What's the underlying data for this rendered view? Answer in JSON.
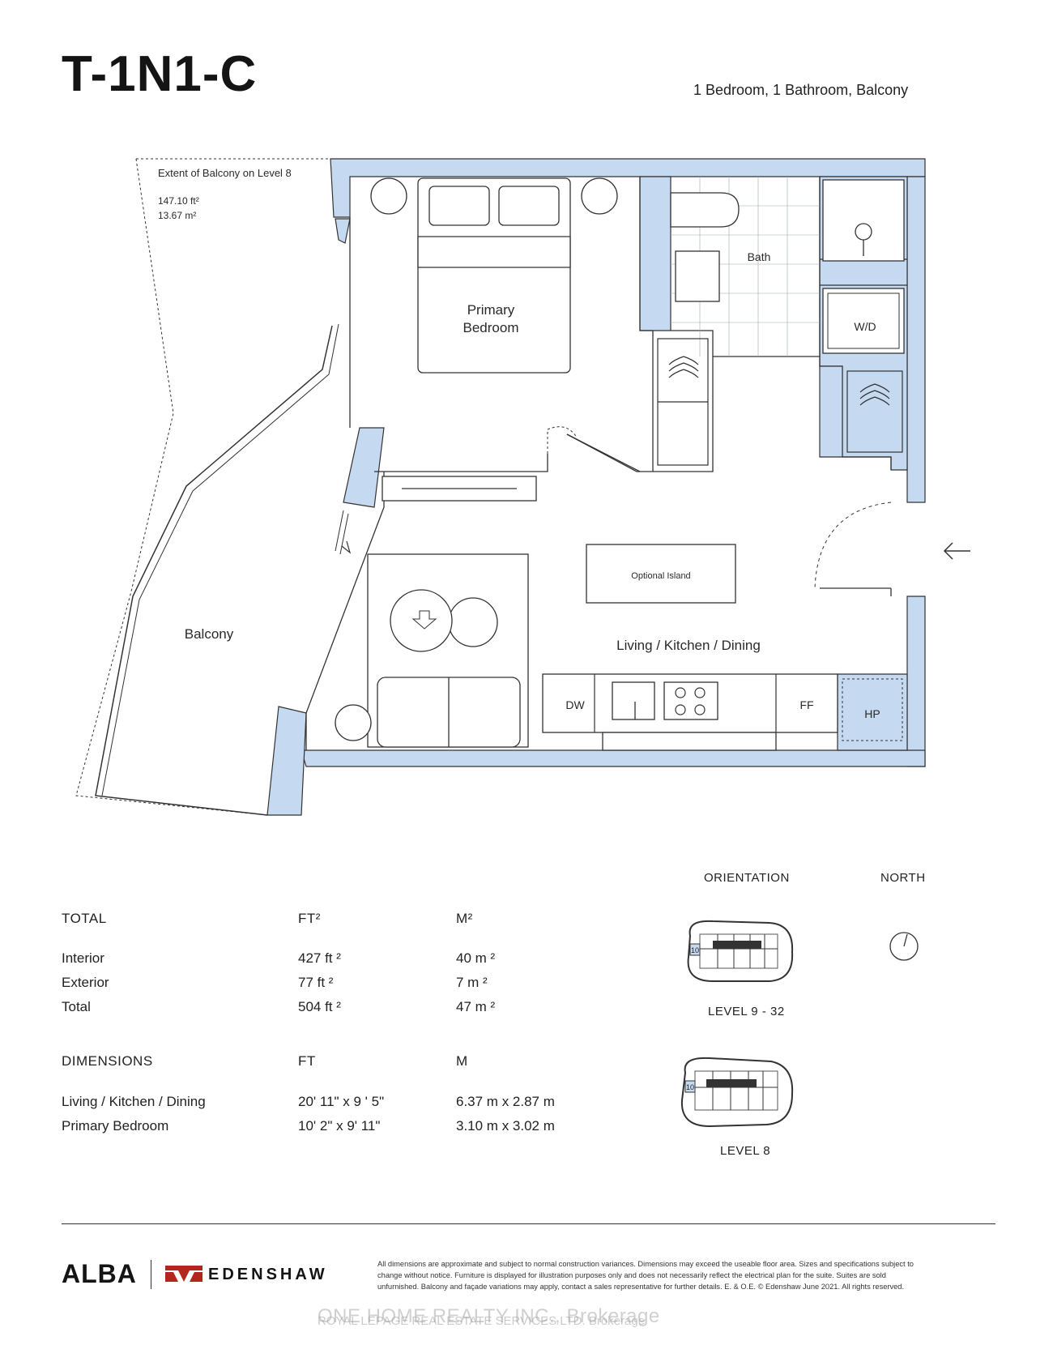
{
  "header": {
    "unit_code": "T-1N1-C",
    "description": "1 Bedroom, 1 Bathroom, Balcony"
  },
  "plan": {
    "balcony_extent_title": "Extent of Balcony on Level 8",
    "balcony_extent_ft": "147.10 ft²",
    "balcony_extent_m": "13.67 m²",
    "rooms": {
      "primary_bedroom_line1": "Primary",
      "primary_bedroom_line2": "Bedroom",
      "bath": "Bath",
      "wd": "W/D",
      "balcony": "Balcony",
      "living": "Living / Kitchen / Dining",
      "island": "Optional Island",
      "dw": "DW",
      "ff": "FF",
      "hp": "HP"
    },
    "colors": {
      "wall": "#c5d9f1",
      "line": "#333333"
    }
  },
  "areas": {
    "heading": "TOTAL",
    "col_ft": "FT²",
    "col_m": "M²",
    "rows": [
      {
        "label": "Interior",
        "ft": "427 ft ²",
        "m": "40 m ²"
      },
      {
        "label": "Exterior",
        "ft": "77 ft ²",
        "m": "7 m ²"
      },
      {
        "label": "Total",
        "ft": "504 ft ²",
        "m": "47 m ²"
      }
    ]
  },
  "dimensions": {
    "heading": "DIMENSIONS",
    "col_ft": "FT",
    "col_m": "M",
    "rows": [
      {
        "label": "Living / Kitchen / Dining",
        "ft": "20' 11\" x 9 ' 5\"",
        "m": "6.37 m x 2.87 m"
      },
      {
        "label": "Primary Bedroom",
        "ft": "10' 2\" x 9' 11\"",
        "m": "3.10 m x 3.02 m"
      }
    ]
  },
  "orientation": {
    "heading": "ORIENTATION",
    "north": "NORTH",
    "level_a": "LEVEL 9 - 32",
    "level_b": "LEVEL 8",
    "marker": "10"
  },
  "footer": {
    "brand_alba": "ALBA",
    "brand_edenshaw": "EDENSHAW",
    "disclaimer": "All dimensions are approximate and subject to normal construction variances. Dimensions may exceed the useable floor area. Sizes and specifications subject to change without notice. Furniture is displayed for illustration purposes only and does not necessarily reflect the electrical plan for the suite. Suites are sold unfurnished. Balcony and façade variations may apply, contact a sales representative for further details. E. & O.E. © Edenshaw June 2021. All rights reserved.",
    "watermark_line1": "ONE HOME REALTY INC., Brokerage",
    "watermark_line2": "ROYAL LEPAGE REAL ESTATE SERVICES LTD. Brokerage"
  }
}
